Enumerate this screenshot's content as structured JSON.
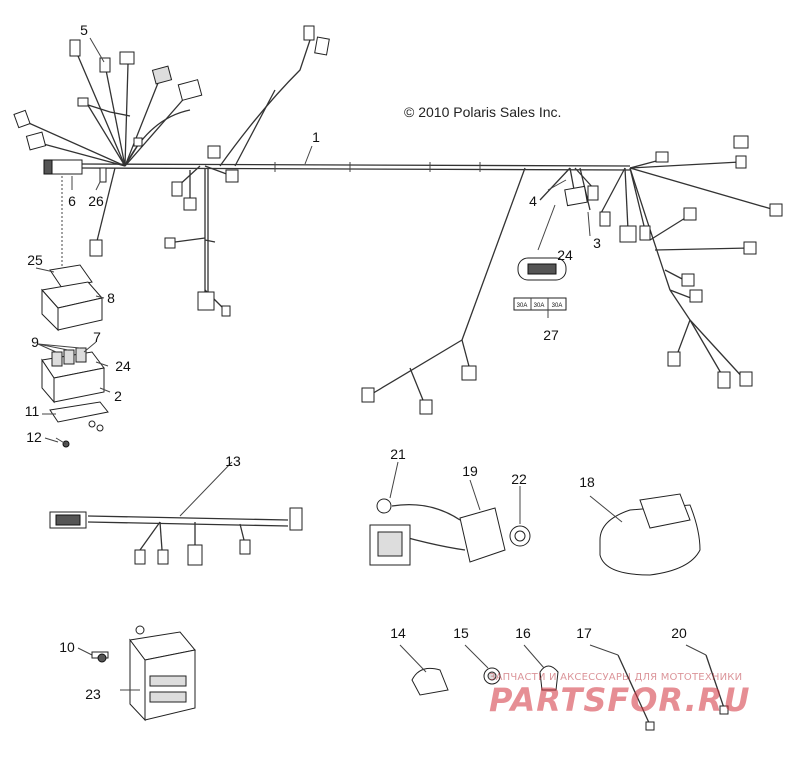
{
  "copyright": "© 2010 Polaris Sales Inc.",
  "callouts": [
    {
      "id": "1",
      "label": "1"
    },
    {
      "id": "2",
      "label": "2"
    },
    {
      "id": "3",
      "label": "3"
    },
    {
      "id": "4",
      "label": "4"
    },
    {
      "id": "5",
      "label": "5"
    },
    {
      "id": "6",
      "label": "6"
    },
    {
      "id": "7",
      "label": "7"
    },
    {
      "id": "8",
      "label": "8"
    },
    {
      "id": "9",
      "label": "9"
    },
    {
      "id": "10",
      "label": "10"
    },
    {
      "id": "11",
      "label": "11"
    },
    {
      "id": "12",
      "label": "12"
    },
    {
      "id": "13",
      "label": "13"
    },
    {
      "id": "14",
      "label": "14"
    },
    {
      "id": "15",
      "label": "15"
    },
    {
      "id": "16",
      "label": "16"
    },
    {
      "id": "17",
      "label": "17"
    },
    {
      "id": "18",
      "label": "18"
    },
    {
      "id": "19",
      "label": "19"
    },
    {
      "id": "20",
      "label": "20"
    },
    {
      "id": "21",
      "label": "21"
    },
    {
      "id": "22",
      "label": "22"
    },
    {
      "id": "23",
      "label": "23"
    },
    {
      "id": "24a",
      "label": "24"
    },
    {
      "id": "24b",
      "label": "24"
    },
    {
      "id": "25",
      "label": "25"
    },
    {
      "id": "26",
      "label": "26"
    },
    {
      "id": "27",
      "label": "27"
    }
  ],
  "fuse_labels": [
    "30A",
    "30A",
    "30A"
  ],
  "watermark": {
    "tagline": "ЗАПЧАСТИ И АКСЕССУАРЫ ДЛЯ МОТОТЕХНИКИ",
    "brand": "PARTSFOR.RU"
  }
}
